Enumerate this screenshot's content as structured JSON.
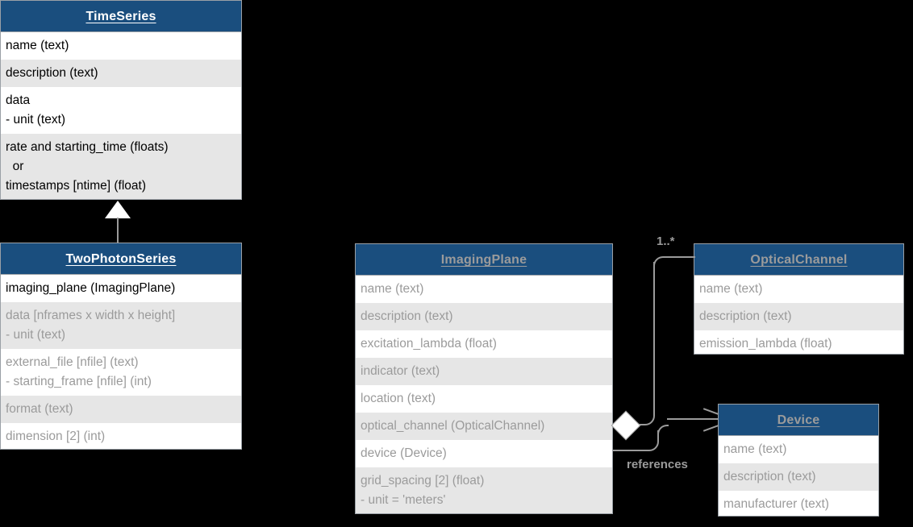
{
  "diagram": {
    "type": "uml-class-diagram",
    "background": "#000000",
    "header_color": "#1a4e7e",
    "border_color": "#9aa0a6",
    "alt_row_color": "#e6e6e6",
    "muted_text_color": "#9b9b9b"
  },
  "classes": {
    "time_series": {
      "title": "TimeSeries",
      "rows": [
        "name (text)",
        "description (text)",
        "data\n- unit (text)",
        "rate and starting_time (floats)\n  or\ntimestamps [ntime] (float)"
      ]
    },
    "two_photon_series": {
      "title": "TwoPhotonSeries ",
      "rows": [
        "imaging_plane (ImagingPlane)",
        "data [nframes x width x height]\n- unit (text)",
        "external_file [nfile] (text)\n- starting_frame [nfile] (int)",
        "format (text)",
        "dimension [2] (int)"
      ]
    },
    "imaging_plane": {
      "title": "ImagingPlane",
      "rows": [
        "name (text)",
        "description (text)",
        "excitation_lambda (float)",
        "indicator (text)",
        "location (text)",
        "optical_channel (OpticalChannel)",
        "device (Device)",
        "grid_spacing [2] (float)\n- unit = 'meters'"
      ]
    },
    "optical_channel": {
      "title": "OpticalChannel",
      "rows": [
        "name (text)",
        "description (text)",
        "emission_lambda (float)"
      ]
    },
    "device": {
      "title": "Device",
      "rows": [
        "name (text)",
        "description (text)",
        "manufacturer (text)"
      ]
    }
  },
  "edges": {
    "inheritance": {
      "label": "",
      "from": "TwoPhotonSeries",
      "to": "TimeSeries",
      "marker": "hollow-triangle"
    },
    "composition": {
      "label": "1..*",
      "from": "ImagingPlane",
      "to": "OpticalChannel",
      "marker": "diamond"
    },
    "reference": {
      "label": "references",
      "from": "ImagingPlane",
      "to": "Device",
      "marker": "open-arrow"
    }
  }
}
